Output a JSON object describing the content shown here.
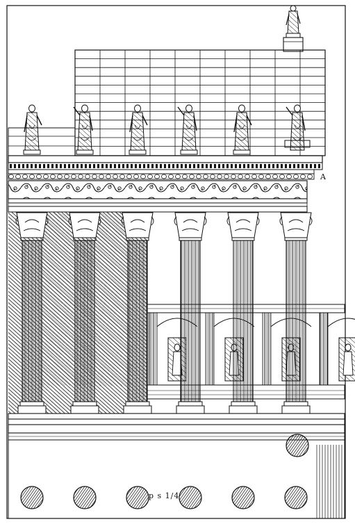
{
  "plate": {
    "label_a": "A",
    "scale_label": "p s 1/4",
    "ink_color": "#111111",
    "paper_color": "#ffffff"
  },
  "front_row": {
    "column_count": 6
  },
  "statues": {
    "attic_count": 6,
    "top_figure_count": 1
  },
  "plan_discs": {
    "row_count": 6,
    "upper_count": 1
  }
}
